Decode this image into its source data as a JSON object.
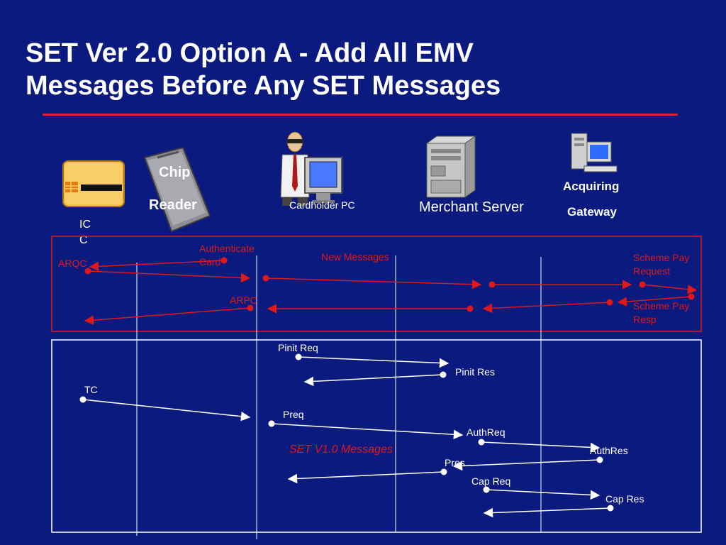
{
  "title": {
    "line1": "SET Ver 2.0 Option A - Add All EMV",
    "line2": "Messages Before Any SET Messages"
  },
  "actors": {
    "icc": {
      "line1": "IC",
      "line2": "C",
      "icon": "chip-card-icon"
    },
    "chip_reader": {
      "line1": "Chip",
      "line2": "Reader",
      "icon": "card-reader-icon"
    },
    "cardholder_pc": {
      "label": "Cardholder PC",
      "icon": "person-computer-icon"
    },
    "merchant_server": {
      "label": "Merchant Server",
      "icon": "server-tower-icon"
    },
    "acquiring_gateway": {
      "line1": "Acquiring",
      "line2": "Gateway",
      "icon": "gateway-computer-icon"
    }
  },
  "emv_box": {
    "arqc": "ARQC",
    "authenticate_card": {
      "line1": "Authenticate",
      "line2": "Card"
    },
    "new_messages": "New Messages",
    "scheme_pay_request": {
      "line1": "Scheme Pay",
      "line2": "Request"
    },
    "arpc": "ARPC",
    "scheme_pay_resp": {
      "line1": "Scheme Pay",
      "line2": "Resp"
    }
  },
  "set_box": {
    "pinit_req": "Pinit Req",
    "pinit_res": "Pinit Res",
    "tc": "TC",
    "preq": "Preq",
    "authreq": "AuthReq",
    "set_v1_messages": "SET V1.0 Messages",
    "authres": "AuthRes",
    "pres": "Pres",
    "cap_req": "Cap Req",
    "cap_res": "Cap Res"
  },
  "colors": {
    "background": "#0a1a7e",
    "emv_accent": "#e01818",
    "set_lines": "#ffffff",
    "title_rule": "#e0202a"
  }
}
